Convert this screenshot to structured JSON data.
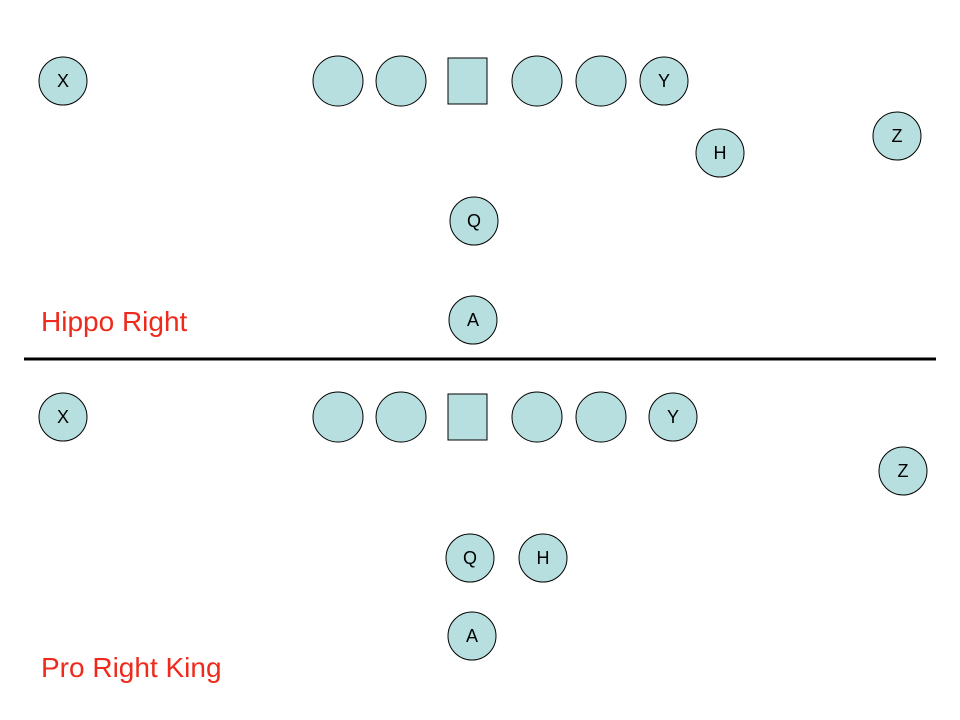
{
  "colors": {
    "player_fill": "#b7dfe0",
    "title_color": "#ee2a1c",
    "divider_color": "#000000"
  },
  "formations": [
    {
      "title": "Hippo Right",
      "players": [
        {
          "label": "X",
          "role": "receiver"
        },
        {
          "label": "",
          "role": "lineman"
        },
        {
          "label": "",
          "role": "lineman"
        },
        {
          "label": "",
          "role": "center"
        },
        {
          "label": "",
          "role": "lineman"
        },
        {
          "label": "",
          "role": "lineman"
        },
        {
          "label": "Y",
          "role": "receiver"
        },
        {
          "label": "Z",
          "role": "receiver"
        },
        {
          "label": "H",
          "role": "receiver"
        },
        {
          "label": "Q",
          "role": "quarterback"
        },
        {
          "label": "A",
          "role": "back"
        }
      ]
    },
    {
      "title": "Pro Right King",
      "players": [
        {
          "label": "X",
          "role": "receiver"
        },
        {
          "label": "",
          "role": "lineman"
        },
        {
          "label": "",
          "role": "lineman"
        },
        {
          "label": "",
          "role": "center"
        },
        {
          "label": "",
          "role": "lineman"
        },
        {
          "label": "",
          "role": "lineman"
        },
        {
          "label": "Y",
          "role": "receiver"
        },
        {
          "label": "Z",
          "role": "receiver"
        },
        {
          "label": "Q",
          "role": "quarterback"
        },
        {
          "label": "H",
          "role": "receiver"
        },
        {
          "label": "A",
          "role": "back"
        }
      ]
    }
  ]
}
